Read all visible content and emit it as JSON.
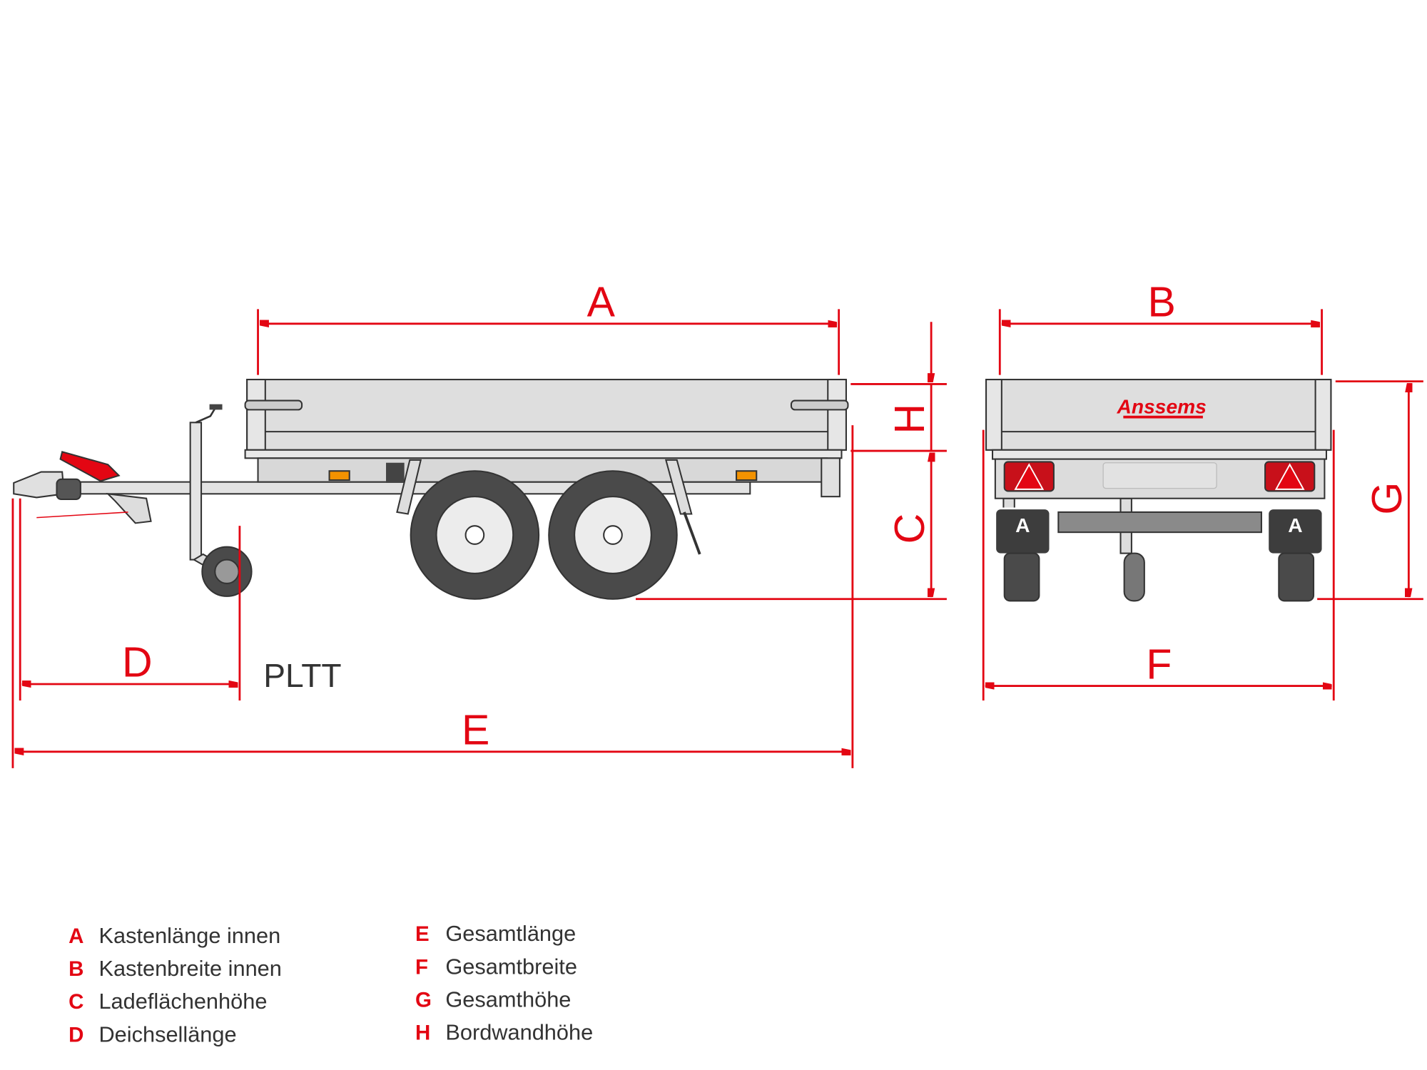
{
  "diagram": {
    "model_label": "PLTT",
    "brand_logo": "Anssems",
    "dimension_labels": {
      "A": "A",
      "B": "B",
      "C": "C",
      "D": "D",
      "E": "E",
      "F": "F",
      "G": "G",
      "H": "H"
    }
  },
  "legend": [
    {
      "letter": "A",
      "text": "Kastenlänge innen"
    },
    {
      "letter": "B",
      "text": "Kastenbreite innen"
    },
    {
      "letter": "C",
      "text": "Ladeflächenhöhe"
    },
    {
      "letter": "D",
      "text": "Deichsellänge"
    },
    {
      "letter": "E",
      "text": "Gesamtlänge"
    },
    {
      "letter": "F",
      "text": "Gesamtbreite"
    },
    {
      "letter": "G",
      "text": "Gesamthöhe"
    },
    {
      "letter": "H",
      "text": "Bordwandhöhe"
    }
  ],
  "colors": {
    "accent": "#e30613",
    "body": "#dcdcdc",
    "tire": "#4a4a4a",
    "text": "#333333"
  }
}
